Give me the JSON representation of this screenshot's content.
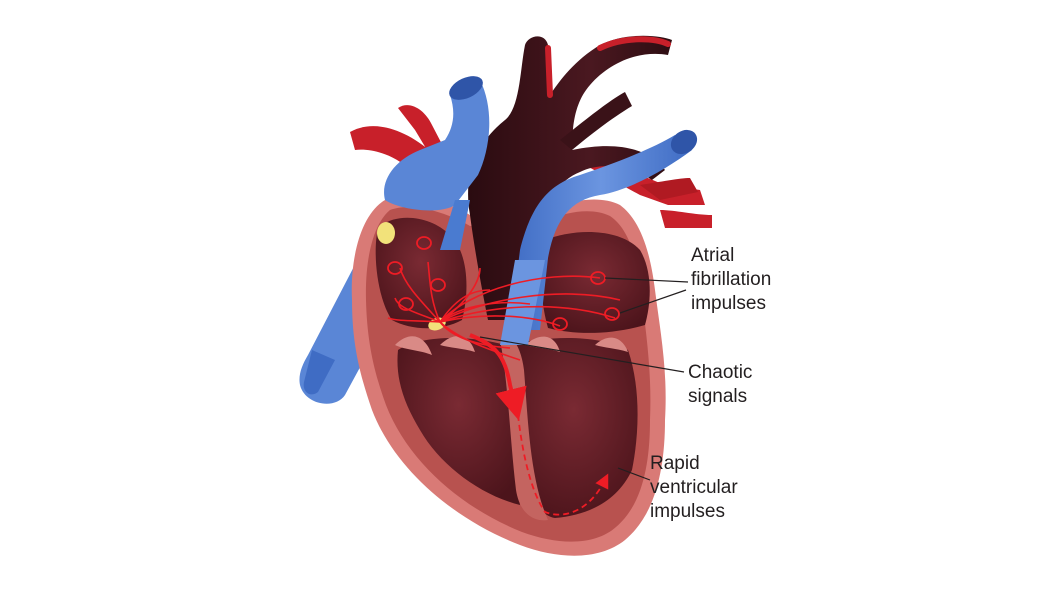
{
  "labels": {
    "atrial_fibrillation": {
      "line1": "Atrial",
      "line2": "fibrillation",
      "line3": "impulses"
    },
    "chaotic_signals": {
      "line1": "Chaotic",
      "line2": "signals"
    },
    "rapid_ventricular": {
      "line1": "Rapid",
      "line2": "ventricular",
      "line3": "impulses"
    }
  },
  "colors": {
    "vein_blue": "#4a7bd0",
    "vein_blue_dark": "#2f55a8",
    "aorta_dark": "#3a1218",
    "artery_red": "#c8202a",
    "muscle_outer": "#d97a76",
    "muscle_mid": "#b8524f",
    "chamber_dark": "#5a1820",
    "impulse_red": "#ee1c25",
    "node_yellow": "#f2e27a"
  }
}
